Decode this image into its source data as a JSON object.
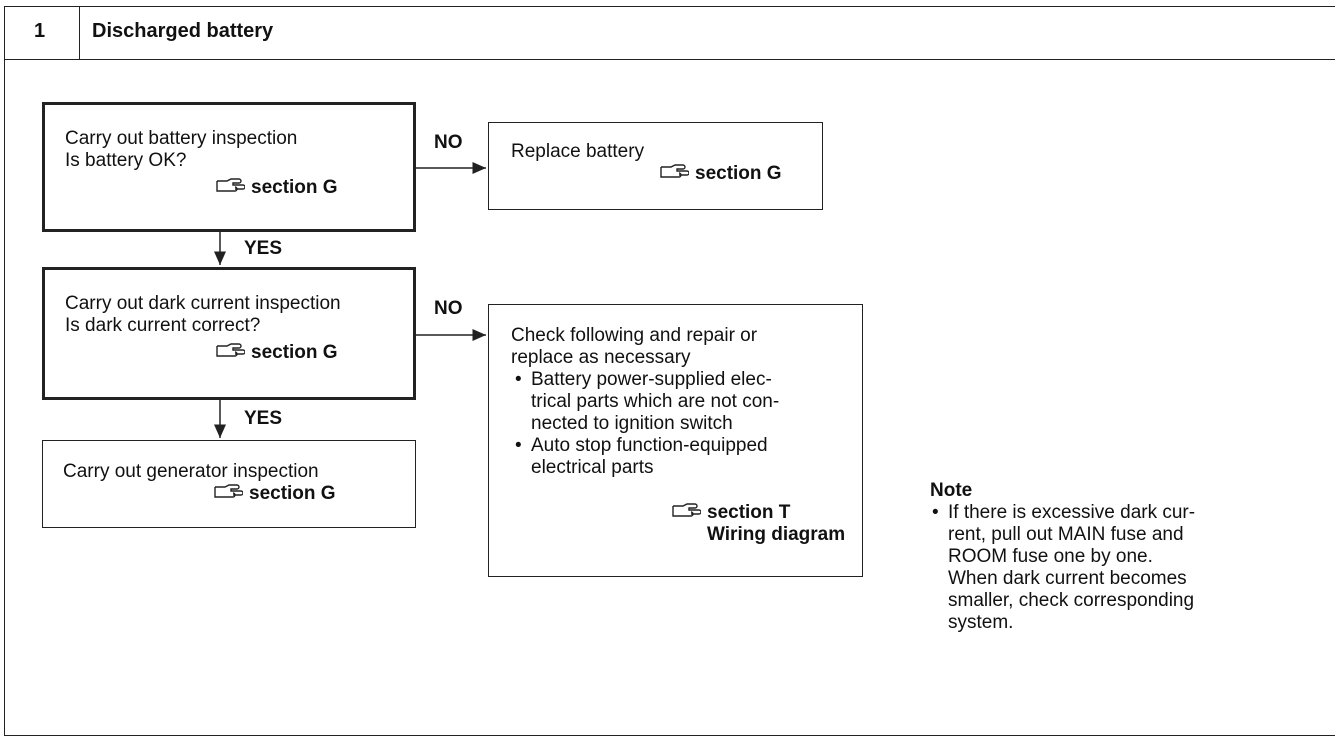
{
  "header": {
    "number": "1",
    "title": "Discharged battery"
  },
  "steps": {
    "battery_check": {
      "line1": "Carry out battery inspection",
      "line2": "Is battery OK?",
      "ref": "section G"
    },
    "replace_battery": {
      "line1": "Replace battery",
      "ref": "section G"
    },
    "dark_current": {
      "line1": "Carry out dark current inspection",
      "line2": "Is dark current correct?",
      "ref": "section G"
    },
    "generator": {
      "line1": "Carry out generator inspection",
      "ref": "section G"
    },
    "check_repair": {
      "line1": "Check following and repair or",
      "line2": "replace as necessary",
      "bullet1": [
        "Battery power-supplied elec-",
        "trical parts which are not con-",
        "nected to ignition switch"
      ],
      "bullet2": [
        "Auto stop function-equipped",
        "electrical parts"
      ],
      "ref1": "section T",
      "ref2": "Wiring diagram"
    }
  },
  "labels": {
    "no1": "NO",
    "yes1": "YES",
    "no2": "NO",
    "yes2": "YES"
  },
  "note": {
    "title": "Note",
    "lines": [
      "If there is excessive dark cur-",
      "rent, pull out MAIN fuse and",
      "ROOM fuse one by one.",
      "When dark current becomes",
      "smaller, check corresponding",
      "system."
    ]
  },
  "icons": {
    "reference": "reference-hand-icon"
  }
}
